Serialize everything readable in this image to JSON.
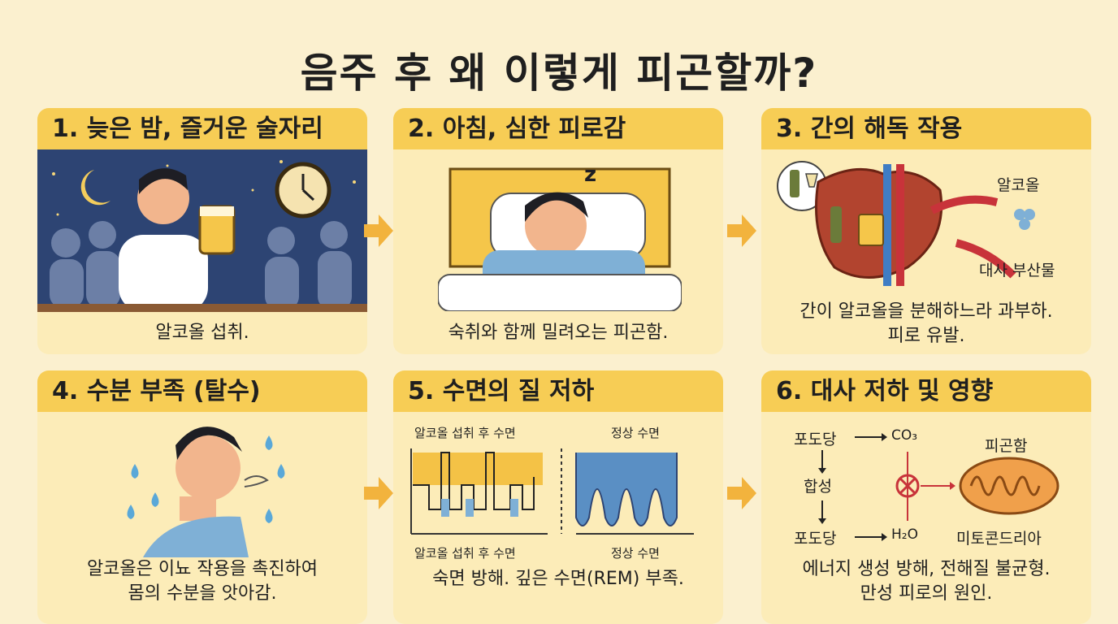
{
  "title": "음주 후 왜 이렇게 피곤할까?",
  "colors": {
    "background": "#fbf0cf",
    "panel": "#fcecb8",
    "header": "#f7cd55",
    "arrow": "#f2b33d",
    "night": "#2d4473",
    "liver": "#b2442f"
  },
  "panels": [
    {
      "heading": "1. 늦은 밤, 즐거운 술자리",
      "caption": "알코올 섭취."
    },
    {
      "heading": "2. 아침, 심한 피로감",
      "caption": "숙취와 함께 밀려오는 피곤함."
    },
    {
      "heading": "3. 간의 해독 작용",
      "caption_lines": [
        "간이 알코올을 분해하느라 과부하.",
        "피로 유발."
      ],
      "labels": {
        "alcohol": "알코올",
        "byproduct": "대사 부산물"
      }
    },
    {
      "heading": "4. 수분 부족 (탈수)",
      "caption_lines": [
        "알코올은 이뇨 작용을 촉진하여",
        "몸의 수분을 앗아감."
      ]
    },
    {
      "heading": "5. 수면의 질 저하",
      "caption": "숙면 방해. 깊은 수면(REM) 부족.",
      "labels": {
        "alcohol_sleep_top": "알코올 섭취 후 수면",
        "normal_sleep_top": "정상 수면",
        "alcohol_sleep_bottom": "알코올 섭취 후 수면",
        "normal_sleep_bottom": "정상 수면"
      }
    },
    {
      "heading": "6. 대사 저하 및 영향",
      "caption_lines": [
        "에너지 생성 방해, 전해질 불균형.",
        "만성 피로의 원인."
      ],
      "labels": {
        "glucose_top": "포도당",
        "co2": "CO₃",
        "synthesis": "합성",
        "glucose_bottom": "포도당",
        "h2o": "H₂O",
        "fatigue": "피곤함",
        "mitochondria": "미토콘드리아"
      }
    }
  ],
  "icons": [
    "moon-icon",
    "clock-icon",
    "beer-glass-icon",
    "zzz-icon",
    "bottle-icon",
    "beer-mug-icon",
    "water-drop-icon",
    "mitochondria-icon",
    "blocked-icon",
    "arrow-right-icon"
  ]
}
